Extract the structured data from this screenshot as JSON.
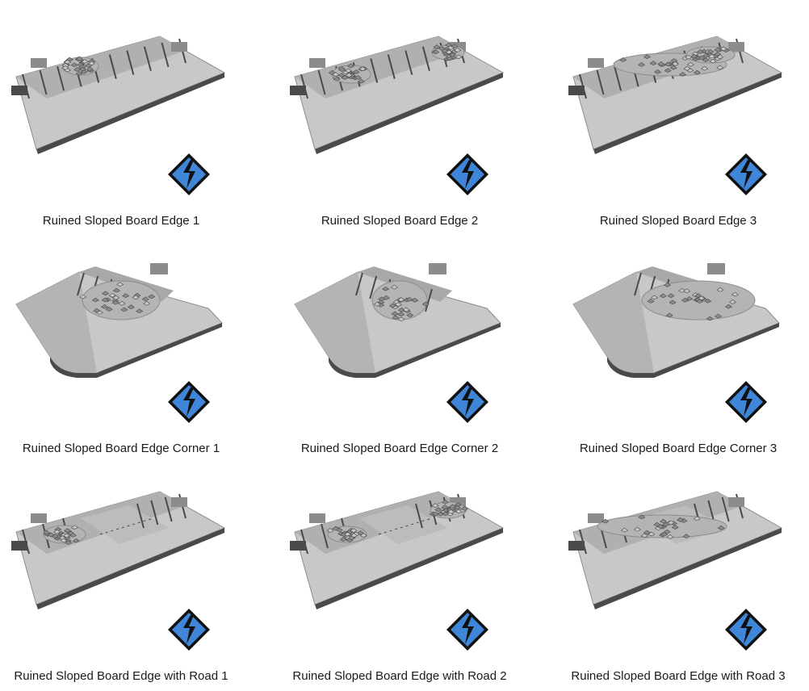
{
  "colors": {
    "background": "#ffffff",
    "label_text": "#1a1a1a",
    "model_light": "#c8c8c8",
    "model_mid": "#b4b4b4",
    "model_dark": "#8c8c8c",
    "model_shadow": "#4a4a4a",
    "badge_blue": "#3f86d8",
    "badge_black": "#111111"
  },
  "files": [
    {
      "name": "Ruined Sloped Board Edge 1",
      "thumbnail": "board-edge",
      "badge_icon": "app-logo-icon"
    },
    {
      "name": "Ruined Sloped Board Edge 2",
      "thumbnail": "board-edge",
      "badge_icon": "app-logo-icon"
    },
    {
      "name": "Ruined Sloped Board Edge 3",
      "thumbnail": "board-edge",
      "badge_icon": "app-logo-icon"
    },
    {
      "name": "Ruined Sloped Board Edge Corner 1",
      "thumbnail": "board-edge-corner",
      "badge_icon": "app-logo-icon"
    },
    {
      "name": "Ruined Sloped Board Edge Corner 2",
      "thumbnail": "board-edge-corner",
      "badge_icon": "app-logo-icon"
    },
    {
      "name": "Ruined Sloped Board Edge Corner 3",
      "thumbnail": "board-edge-corner",
      "badge_icon": "app-logo-icon"
    },
    {
      "name": "Ruined Sloped Board Edge with Road 1",
      "thumbnail": "board-edge-road",
      "badge_icon": "app-logo-icon"
    },
    {
      "name": "Ruined Sloped Board Edge with Road 2",
      "thumbnail": "board-edge-road",
      "badge_icon": "app-logo-icon"
    },
    {
      "name": "Ruined Sloped Board Edge with Road 3",
      "thumbnail": "board-edge-road",
      "badge_icon": "app-logo-icon"
    }
  ]
}
